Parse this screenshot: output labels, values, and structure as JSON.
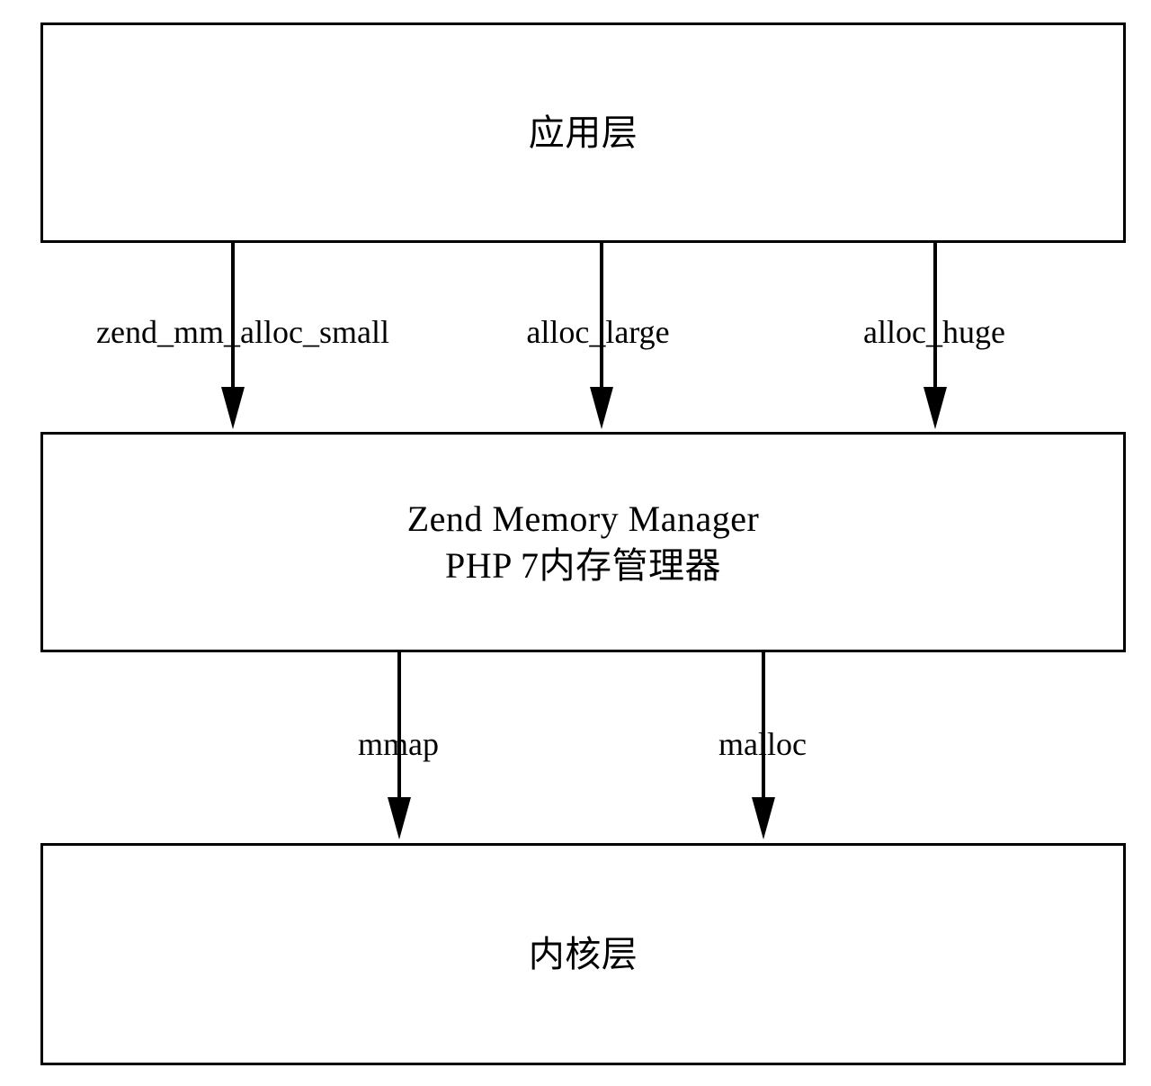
{
  "diagram": {
    "title": "PHP 7 memory management layers",
    "background_color": "#ffffff",
    "stroke_color": "#000000",
    "layers": [
      {
        "id": "application",
        "label": "应用层"
      },
      {
        "id": "zend-memory-manager",
        "label": "Zend Memory Manager\nPHP 7内存管理器",
        "line1": "Zend Memory Manager",
        "line2": "PHP 7内存管理器"
      },
      {
        "id": "kernel",
        "label": "内核层"
      }
    ],
    "connectors": [
      {
        "id": "alloc-small",
        "label": "zend_mm_alloc_small",
        "from": "application",
        "to": "zend-memory-manager"
      },
      {
        "id": "alloc-large",
        "label": "alloc_large",
        "from": "application",
        "to": "zend-memory-manager"
      },
      {
        "id": "alloc-huge",
        "label": "alloc_huge",
        "from": "application",
        "to": "zend-memory-manager"
      },
      {
        "id": "mmap",
        "label": "mmap",
        "from": "zend-memory-manager",
        "to": "kernel"
      },
      {
        "id": "malloc",
        "label": "malloc",
        "from": "zend-memory-manager",
        "to": "kernel"
      }
    ]
  }
}
